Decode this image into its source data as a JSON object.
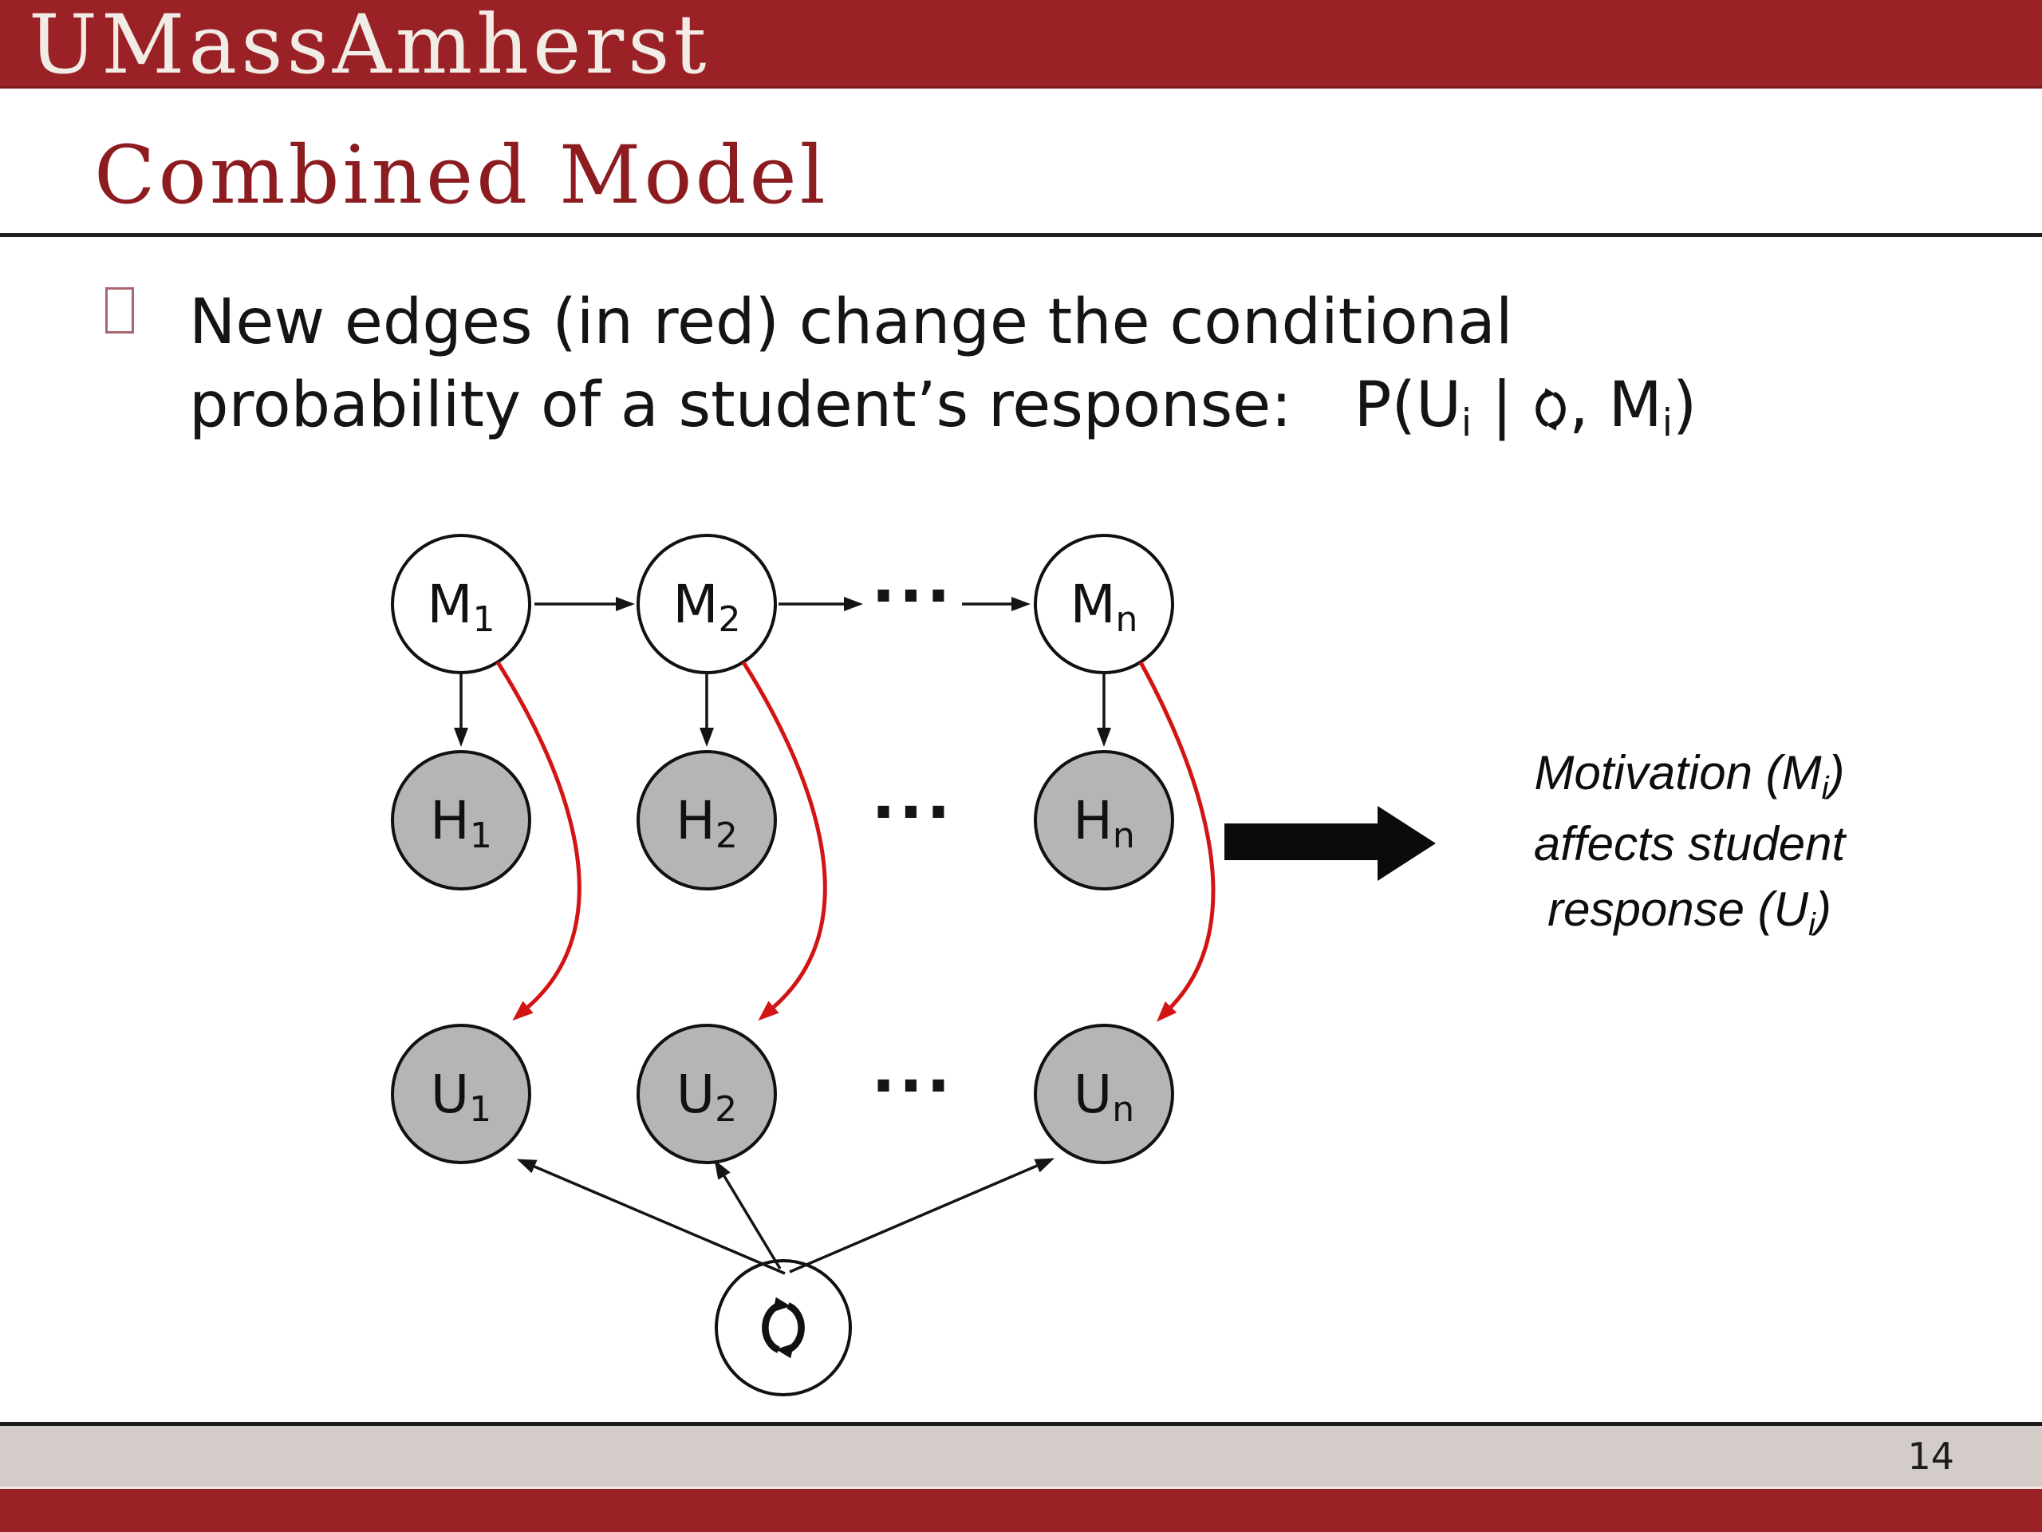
{
  "header": {
    "logo_text": "UMassAmherst"
  },
  "title": "Combined Model",
  "bullet": {
    "line1": "New edges (in red) change the conditional",
    "line2": "probability of a student’s response:",
    "formula": {
      "p1": "P(U",
      "sub1": "i",
      "p2": " | ",
      "p3": ", M",
      "sub2": "i",
      "p4": ")"
    }
  },
  "diagram": {
    "m_nodes": [
      {
        "base": "M",
        "sub": "1"
      },
      {
        "base": "M",
        "sub": "2"
      },
      {
        "base": "M",
        "sub": "n"
      }
    ],
    "h_nodes": [
      {
        "base": "H",
        "sub": "1"
      },
      {
        "base": "H",
        "sub": "2"
      },
      {
        "base": "H",
        "sub": "n"
      }
    ],
    "u_nodes": [
      {
        "base": "U",
        "sub": "1"
      },
      {
        "base": "U",
        "sub": "2"
      },
      {
        "base": "U",
        "sub": "n"
      }
    ],
    "ellipsis": "...",
    "theta_symbol": "clockwise-cycle-arrows (fallback glyph for θ)",
    "colors": {
      "node_gray": "#b5b5b5",
      "edge_black": "#141414",
      "edge_red": "#d21414",
      "maroon": "#9a2125"
    }
  },
  "annotation": {
    "line1_pre": "Motivation (M",
    "line1_sub": "i",
    "line1_post": ")",
    "line2": "affects student",
    "line3_pre": "response (U",
    "line3_sub": "i",
    "line3_post": ")"
  },
  "footer": {
    "page_number": "14"
  }
}
